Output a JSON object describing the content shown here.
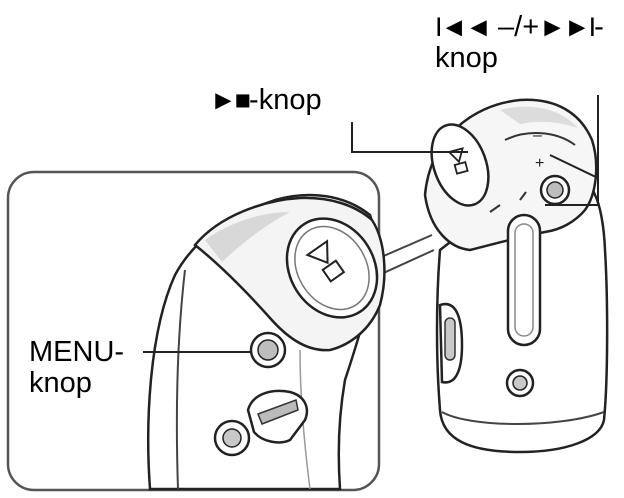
{
  "labels": {
    "play_stop": {
      "symbols": "►■",
      "text": "-knop"
    },
    "skip": {
      "line1_prev": "I◄◄",
      "line1_mid": " –/+",
      "line1_next": "►►I",
      "line1_suffix": "-",
      "line2": "knop"
    },
    "menu": {
      "line1": "MENU-",
      "line2": "knop"
    }
  },
  "device": {
    "play_button_symbol": "▷□",
    "skip_minus": "–",
    "skip_plus": "+"
  }
}
